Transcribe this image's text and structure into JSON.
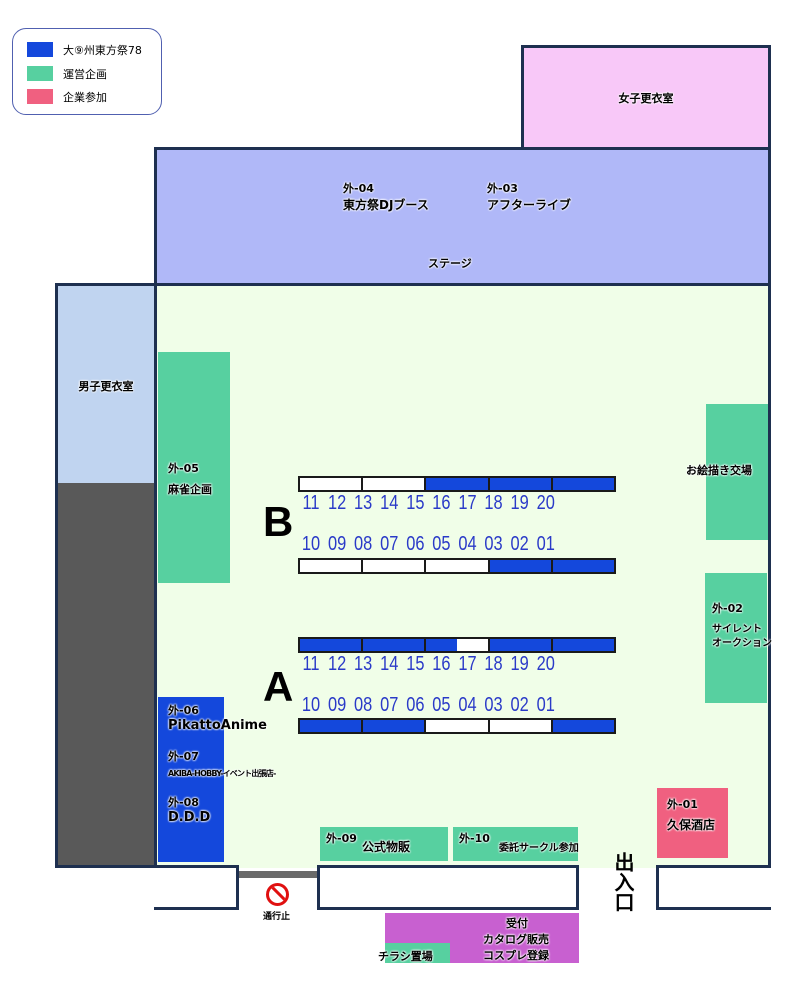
{
  "legend": [
    {
      "label": "大⑨州東方祭78",
      "color": "#1448dc"
    },
    {
      "label": "運営企画",
      "color": "#57d0a0"
    },
    {
      "label": "企業参加",
      "color": "#f06080"
    }
  ],
  "rooms": {
    "womens": "女子更衣室",
    "mens": "男子更衣室",
    "stage": "ステージ",
    "exit": "出入口",
    "no_entry": "通行止"
  },
  "stage_booths": [
    {
      "code": "外-04",
      "name": "東方祭DJブース"
    },
    {
      "code": "外-03",
      "name": "アフターライブ"
    }
  ],
  "ops": {
    "b05": {
      "code": "外-05",
      "name": "麻雀企画"
    },
    "drawing": "お絵描き交場",
    "b02": {
      "code": "外-02",
      "name1": "サイレント",
      "name2": "オークション"
    },
    "b09": {
      "code": "外-09",
      "name": "公式物販"
    },
    "b10": {
      "code": "外-10",
      "name": "委託サークル参加"
    },
    "flyers": "チラシ置場",
    "reception": [
      "受付",
      "カタログ販売",
      "コスプレ登録"
    ]
  },
  "corp": {
    "b01": {
      "code": "外-01",
      "name": "久保酒店"
    }
  },
  "blue_booths": [
    {
      "code": "外-06",
      "name": "PikattoAnime"
    },
    {
      "code": "外-07",
      "name": "AKIBA-HOBBY-イベント出張店-"
    },
    {
      "code": "外-08",
      "name": "D.D.D"
    }
  ],
  "blocks": [
    {
      "letter": "B",
      "top_numbers": [
        "11",
        "12",
        "13",
        "14",
        "15",
        "16",
        "17",
        "18",
        "19",
        "20"
      ],
      "top_fill": [
        0,
        0,
        0,
        0,
        1,
        1,
        1,
        1,
        1,
        1
      ],
      "bottom_numbers": [
        "10",
        "09",
        "08",
        "07",
        "06",
        "05",
        "04",
        "03",
        "02",
        "01"
      ],
      "bottom_fill": [
        0,
        0,
        0,
        0,
        0,
        0,
        1,
        1,
        1,
        1
      ]
    },
    {
      "letter": "A",
      "top_numbers": [
        "11",
        "12",
        "13",
        "14",
        "15",
        "16",
        "17",
        "18",
        "19",
        "20"
      ],
      "top_fill": [
        1,
        1,
        1,
        1,
        1,
        0,
        1,
        1,
        1,
        1
      ],
      "bottom_numbers": [
        "10",
        "09",
        "08",
        "07",
        "06",
        "05",
        "04",
        "03",
        "02",
        "01"
      ],
      "bottom_fill": [
        1,
        1,
        1,
        1,
        0,
        0,
        0,
        0,
        1,
        1
      ]
    }
  ]
}
